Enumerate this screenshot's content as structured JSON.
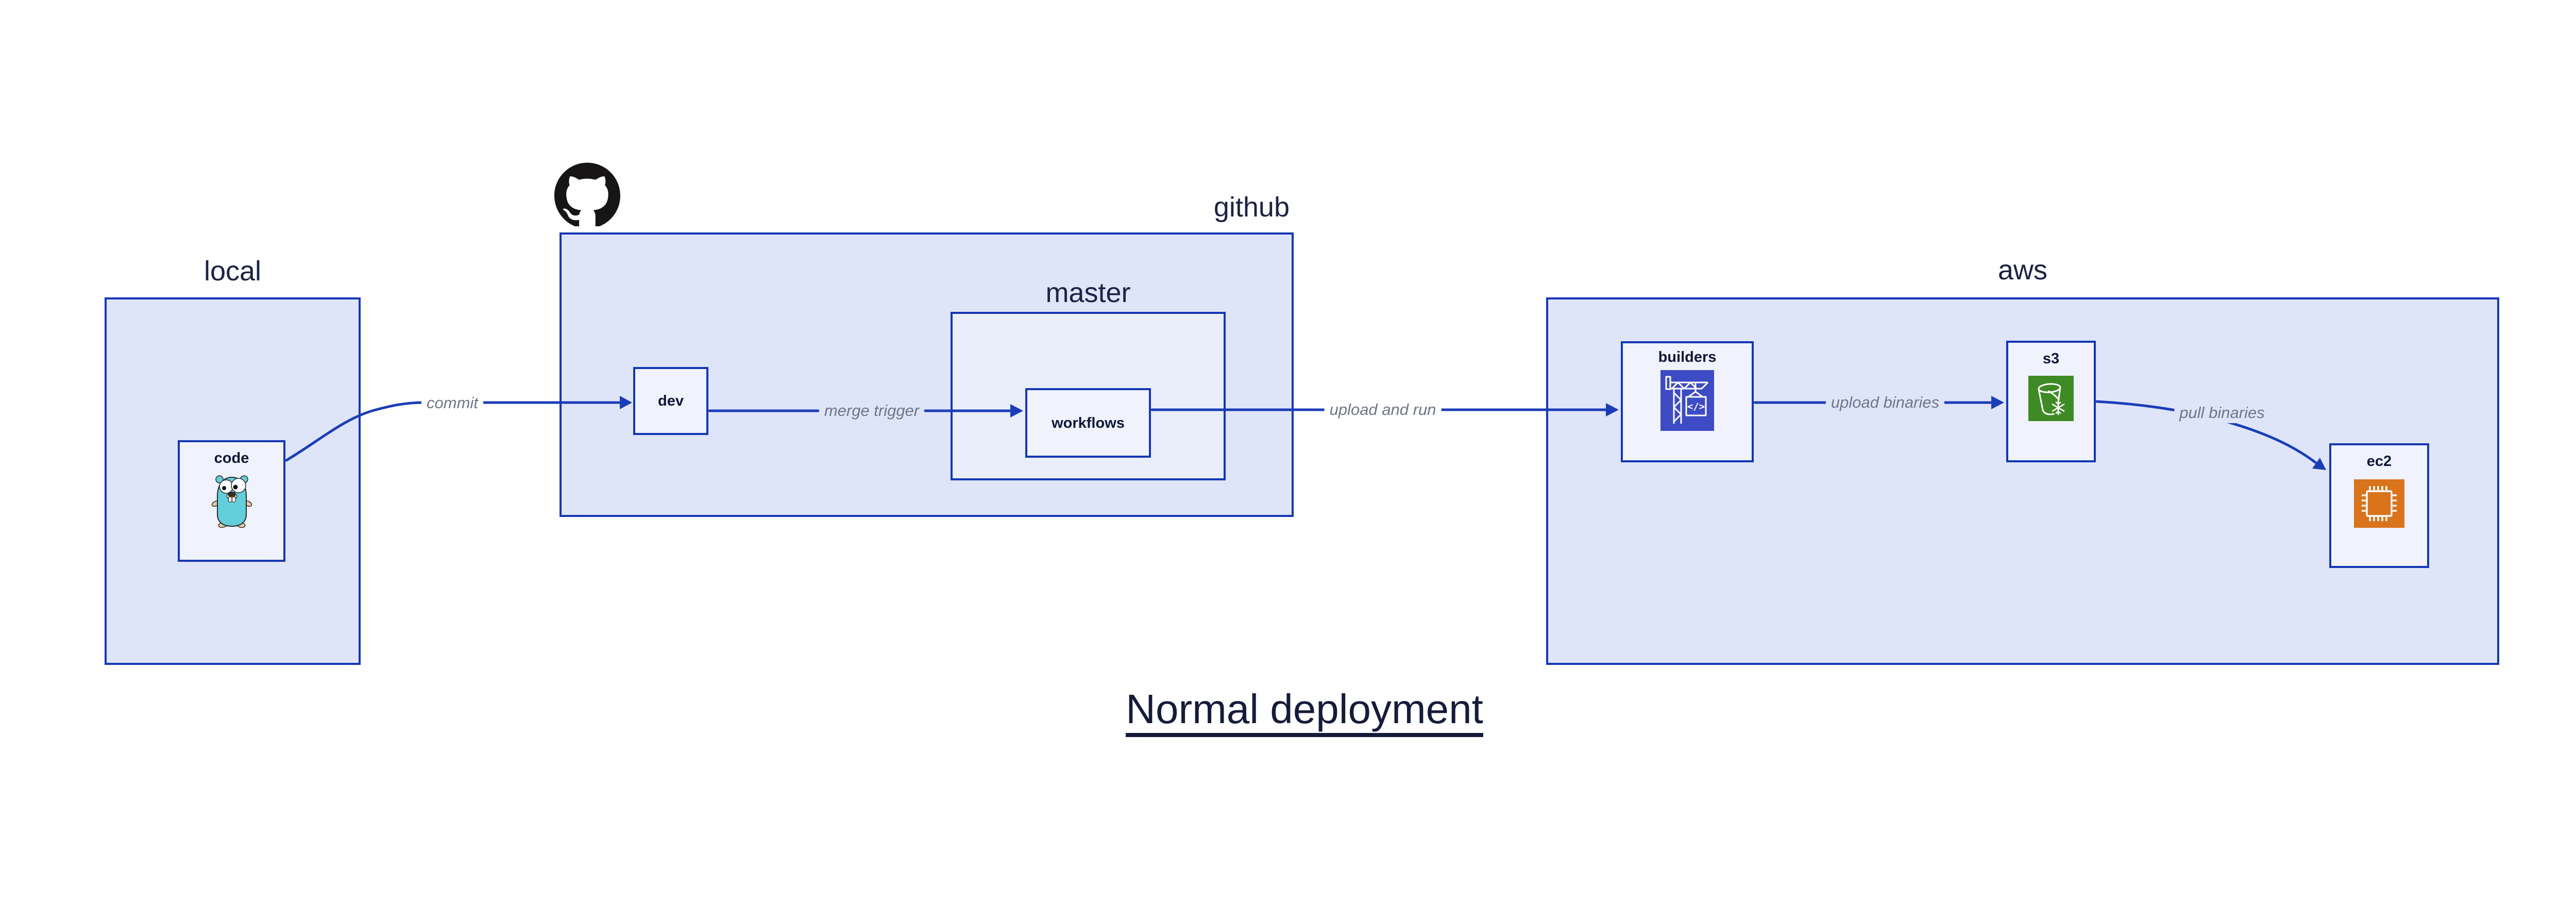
{
  "diagram_title": "Normal deployment",
  "groups": {
    "local": {
      "label": "local"
    },
    "github": {
      "label": "github"
    },
    "master": {
      "label": "master"
    },
    "aws": {
      "label": "aws"
    }
  },
  "nodes": {
    "code": {
      "label": "code",
      "icon": "go-gopher-icon"
    },
    "dev": {
      "label": "dev"
    },
    "workflows": {
      "label": "workflows"
    },
    "builders": {
      "label": "builders",
      "icon": "aws-codebuild-crane-icon"
    },
    "s3": {
      "label": "s3",
      "icon": "aws-s3-bucket-snowflake-icon"
    },
    "ec2": {
      "label": "ec2",
      "icon": "aws-ec2-chip-icon"
    }
  },
  "edges": [
    {
      "from": "code",
      "to": "dev",
      "label": "commit"
    },
    {
      "from": "dev",
      "to": "workflows",
      "label": "merge trigger"
    },
    {
      "from": "workflows",
      "to": "builders",
      "label": "upload and run"
    },
    {
      "from": "builders",
      "to": "s3",
      "label": "upload binaries"
    },
    {
      "from": "s3",
      "to": "ec2",
      "label": "pull binaries"
    }
  ],
  "logo": {
    "name": "github-octocat-icon"
  },
  "colors": {
    "container_fill": "#dfe5f8",
    "master_fill": "#eaeefb",
    "node_fill": "#f0f3fd",
    "stroke_blue": "#1537b3",
    "arrow_blue": "#1b3db8",
    "label_navy": "#1c2244",
    "node_label_navy": "#10173a",
    "edge_label_gray": "#6f7689",
    "title_navy": "#151b3a",
    "codebuild_indigo": "#3d4bc4",
    "s3_green": "#3e8a24",
    "ec2_orange": "#d9731c",
    "gopher_teal": "#63cfdc",
    "octocat_black": "#171515"
  }
}
